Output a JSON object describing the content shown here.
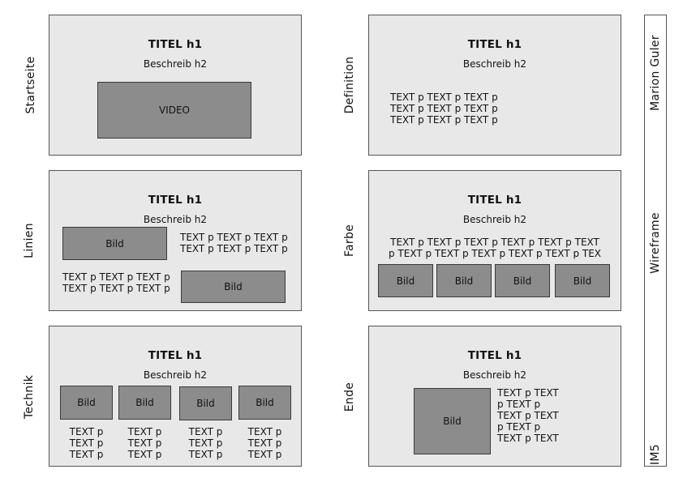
{
  "side_labels": {
    "startseite": "Startseite",
    "linien": "Linien",
    "technik": "Technik",
    "definition": "Definition",
    "farbe": "Farbe",
    "ende": "Ende"
  },
  "common": {
    "title": "TITEL h1",
    "subtitle": "Beschreib h2",
    "image": "Bild",
    "video": "VIDEO"
  },
  "definition": {
    "text_lines": [
      "TEXT p TEXT p TEXT p",
      "TEXT p TEXT p TEXT p",
      "TEXT p TEXT p TEXT p"
    ]
  },
  "linien": {
    "text_right_lines": [
      "TEXT p TEXT p TEXT p",
      "TEXT p TEXT p TEXT p"
    ],
    "text_left_lines": [
      "TEXT p TEXT p TEXT p",
      "TEXT p TEXT p TEXT p"
    ]
  },
  "farbe": {
    "text_lines": [
      "TEXT p TEXT p TEXT p TEXT p TEXT p TEXT",
      "p TEXT p TEXT p TEXT p TEXT p TEXT p TEX"
    ]
  },
  "technik": {
    "caption_lines": [
      "TEXT p",
      "TEXT p",
      "TEXT p"
    ]
  },
  "ende": {
    "text_lines": [
      "TEXT p TEXT",
      "p TEXT p",
      "TEXT p TEXT",
      "p TEXT p",
      "TEXT p TEXT"
    ]
  },
  "strip": {
    "author": "Marion Guler",
    "center": "Wireframe",
    "course": "IM5"
  }
}
